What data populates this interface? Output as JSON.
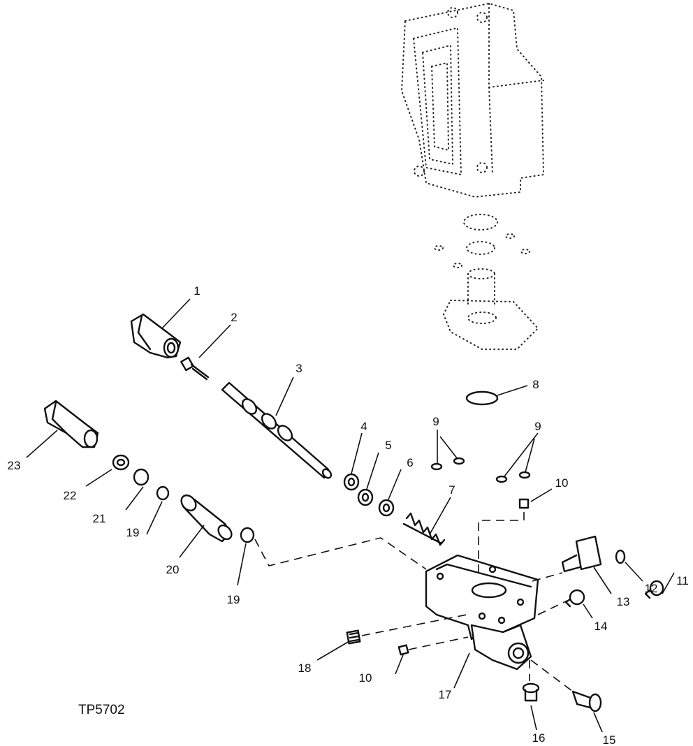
{
  "figure": {
    "id_label": "TP5702",
    "callouts": [
      {
        "key": "c1",
        "label": "1"
      },
      {
        "key": "c2",
        "label": "2"
      },
      {
        "key": "c3",
        "label": "3"
      },
      {
        "key": "c4",
        "label": "4"
      },
      {
        "key": "c5",
        "label": "5"
      },
      {
        "key": "c6",
        "label": "6"
      },
      {
        "key": "c7",
        "label": "7"
      },
      {
        "key": "c8",
        "label": "8"
      },
      {
        "key": "c9a",
        "label": "9"
      },
      {
        "key": "c9b",
        "label": "9"
      },
      {
        "key": "c10a",
        "label": "10"
      },
      {
        "key": "c10b",
        "label": "10"
      },
      {
        "key": "c11",
        "label": "11"
      },
      {
        "key": "c12",
        "label": "12"
      },
      {
        "key": "c13",
        "label": "13"
      },
      {
        "key": "c14",
        "label": "14"
      },
      {
        "key": "c15",
        "label": "15"
      },
      {
        "key": "c16",
        "label": "16"
      },
      {
        "key": "c17",
        "label": "17"
      },
      {
        "key": "c18",
        "label": "18"
      },
      {
        "key": "c19a",
        "label": "19"
      },
      {
        "key": "c19b",
        "label": "19"
      },
      {
        "key": "c20",
        "label": "20"
      },
      {
        "key": "c21",
        "label": "21"
      },
      {
        "key": "c22",
        "label": "22"
      },
      {
        "key": "c23",
        "label": "23"
      }
    ]
  }
}
